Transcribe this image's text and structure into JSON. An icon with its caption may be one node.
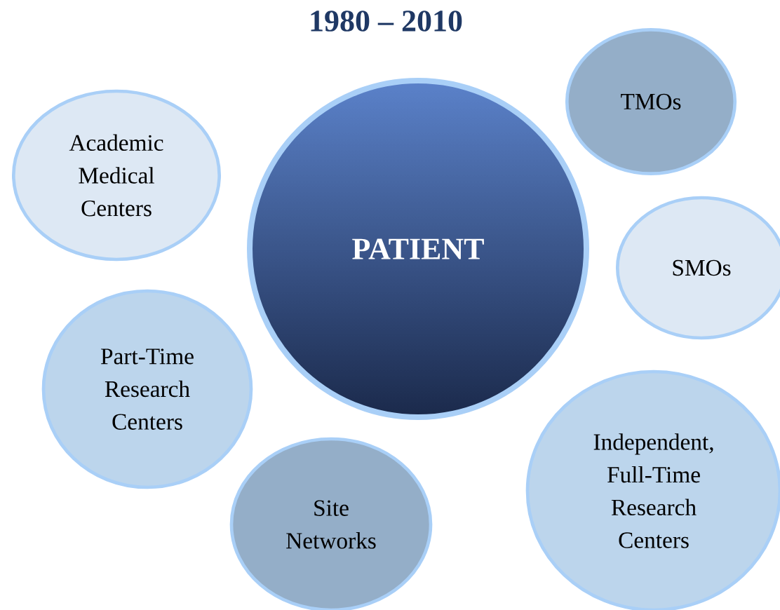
{
  "diagram": {
    "title": "1980 – 2010",
    "nodes": [
      {
        "text": [
          "PATIENT"
        ]
      },
      {
        "text": [
          "Academic Medical Centers"
        ]
      },
      {
        "text": [
          "TMOs"
        ]
      },
      {
        "text": [
          "SMOs"
        ]
      },
      {
        "text": [
          "Part-Time Research Centers"
        ]
      },
      {
        "text": [
          "Site Networks"
        ]
      },
      {
        "text": [
          "Independent, Full-Time Research Centers"
        ]
      }
    ]
  }
}
